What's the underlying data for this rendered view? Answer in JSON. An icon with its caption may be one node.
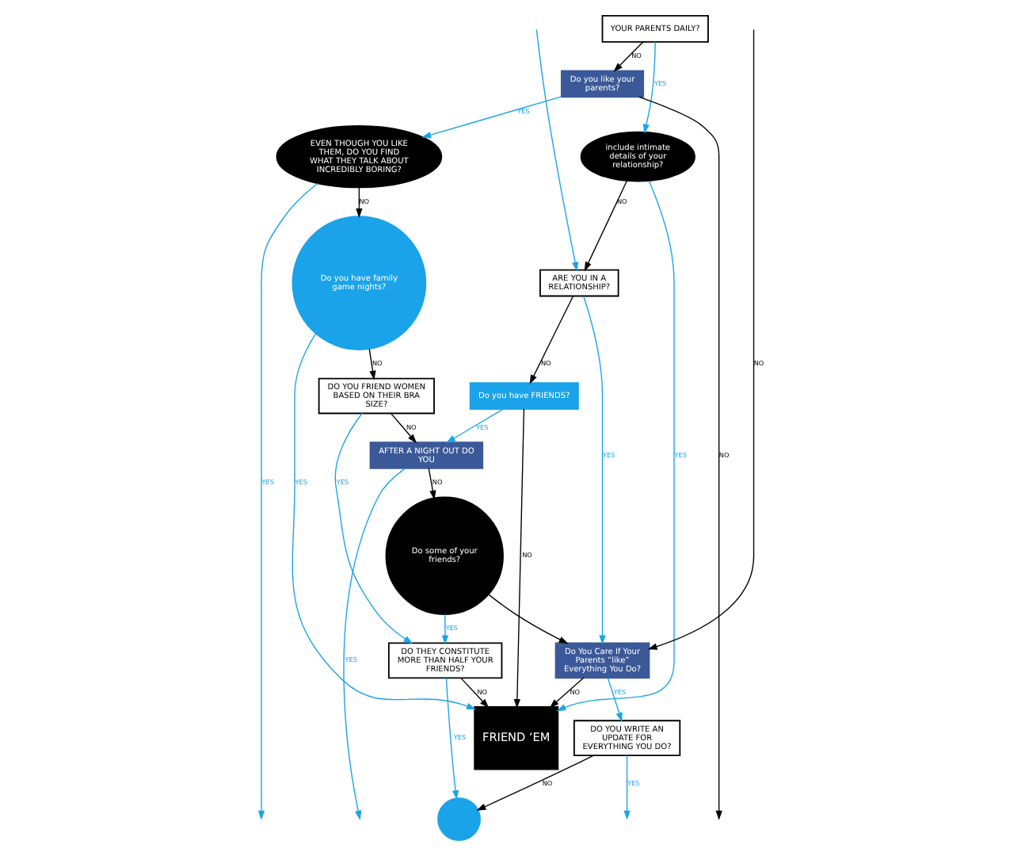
{
  "diagram": {
    "nodes": [
      {
        "text": [
          "YOUR PARENTS DAILY?"
        ]
      },
      {
        "text": [
          "include intimate details of your relationship?"
        ]
      },
      {
        "text": [
          "Do you like your parents?"
        ]
      },
      {
        "text": [
          "ARE YOU IN A RELATIONSHIP?"
        ]
      },
      {
        "text": [
          "Do You Care If Your Parents “like” Everything You Do?"
        ]
      },
      {
        "text": [
          "Do you have FRIENDS?"
        ]
      },
      {
        "text": [
          "EVEN THOUGH YOU LIKE THEM, DO YOU FIND WHAT THEY TALK ABOUT INCREDIBLY BORING?"
        ]
      },
      {
        "text": [
          "Do some of your friends?"
        ]
      },
      {
        "text": [
          "AFTER A NIGHT OUT DO YOU"
        ]
      },
      {
        "text": [
          "DO YOU WRITE AN UPDATE FOR EVERYTHING YOU DO?"
        ]
      },
      {
        "text": [
          "Do you have family game nights?"
        ]
      },
      {
        "text": [
          "DO THEY CONSTITUTE MORE THAN HALF YOUR FRIENDS?"
        ]
      },
      {
        "text": [
          "DO YOU FRIEND WOMEN BASED ON THEIR BRA SIZE?"
        ]
      },
      {
        "text": [],
        "shape": "circle"
      },
      {
        "text": [
          "FRIEND ‘EM"
        ]
      }
    ],
    "edges": [
      {
        "from": 0,
        "to": 1,
        "arrow": "to",
        "label": "YES"
      },
      {
        "from": 0,
        "to": 2,
        "arrow": "to",
        "label": "NO",
        "color": "#000000"
      },
      {
        "from": 1,
        "to": 3,
        "arrow": "to",
        "label": "NO",
        "color": "#000000"
      },
      {
        "from": 1,
        "to": 14,
        "arrow": "to",
        "label": "YES"
      },
      {
        "from": null,
        "to": 3,
        "arrow": "to"
      },
      {
        "from": null,
        "to": 4,
        "arrow": "to",
        "label": "NO",
        "color": "#000000"
      },
      {
        "from": 3,
        "to": 4,
        "arrow": "to",
        "label": "YES"
      },
      {
        "from": 3,
        "to": 5,
        "arrow": "to",
        "label": "NO",
        "color": "#000000"
      },
      {
        "from": 2,
        "to": 6,
        "arrow": "to",
        "label": "YES"
      },
      {
        "from": 2,
        "to": null,
        "arrow": "to",
        "label": "NO",
        "color": "#000000"
      },
      {
        "from": 4,
        "to": 14,
        "arrow": "to",
        "label": "NO",
        "color": "#000000"
      },
      {
        "from": 5,
        "to": 14,
        "arrow": "to",
        "label": "NO",
        "color": "#000000"
      },
      {
        "from": 7,
        "to": 4,
        "arrow": "to",
        "color": "#000000"
      },
      {
        "from": 4,
        "to": 9,
        "arrow": "to",
        "label": "YES"
      },
      {
        "from": 5,
        "to": 8,
        "arrow": "to",
        "label": "YES"
      },
      {
        "from": 6,
        "to": 10,
        "arrow": "to",
        "label": "NO",
        "color": "#000000"
      },
      {
        "from": 6,
        "to": null,
        "arrow": "to",
        "label": "YES"
      },
      {
        "from": 8,
        "to": 7,
        "arrow": "to",
        "label": "NO",
        "color": "#000000"
      },
      {
        "from": 7,
        "to": 11,
        "arrow": "to",
        "label": "YES"
      },
      {
        "from": 8,
        "to": null,
        "arrow": "to",
        "label": "YES"
      },
      {
        "from": 10,
        "to": 14,
        "arrow": "to",
        "label": "YES"
      },
      {
        "from": 10,
        "to": 12,
        "arrow": "to",
        "label": "NO",
        "color": "#000000"
      },
      {
        "from": 12,
        "to": 8,
        "arrow": "to",
        "label": "NO",
        "color": "#000000"
      },
      {
        "from": 12,
        "to": 11,
        "arrow": "to",
        "label": "YES"
      },
      {
        "from": 9,
        "to": null,
        "arrow": "to",
        "label": "YES"
      },
      {
        "from": 9,
        "to": 13,
        "arrow": "to",
        "label": "NO",
        "color": "#000000"
      },
      {
        "from": 11,
        "to": 13,
        "arrow": "to",
        "label": "YES"
      },
      {
        "from": 11,
        "to": 14,
        "arrow": "to",
        "label": "NO",
        "color": "#000000"
      }
    ]
  }
}
